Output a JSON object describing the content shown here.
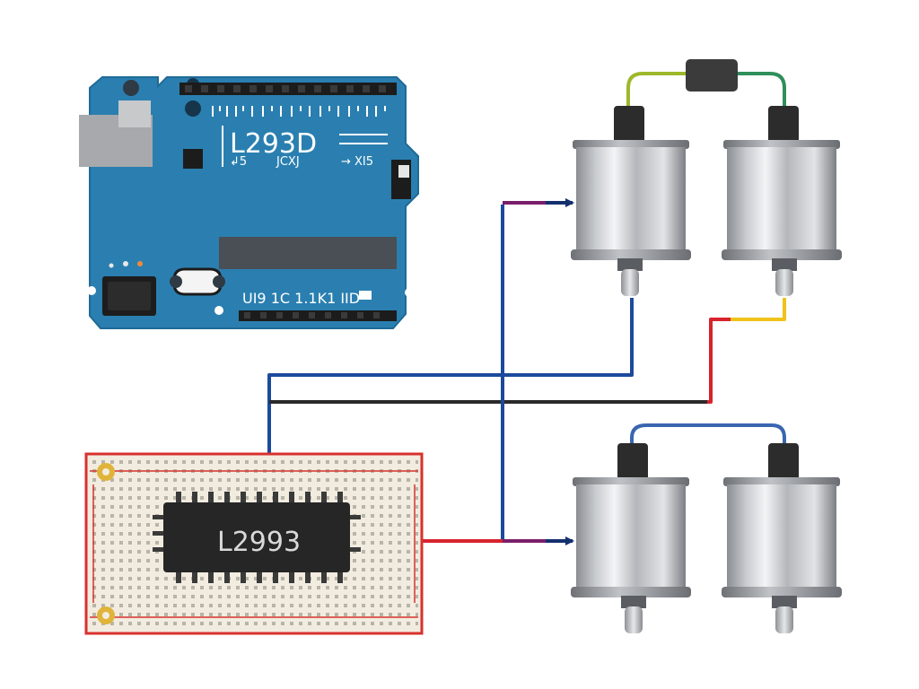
{
  "board": {
    "title": "L293D",
    "label_left": "↲5",
    "label_mid": "JCXJ",
    "label_right": "→ XI5",
    "bottom_label": "UI9 1C 1.1K1 IID",
    "colors": {
      "pcb": "#2a7fb0",
      "header": "#1c1c1c"
    }
  },
  "breadboard": {
    "chip_label": "L2993",
    "colors": {
      "body": "#f2ece0",
      "rail": "#d8312e",
      "chip": "#262626"
    }
  },
  "motors": [
    {
      "id": "motor-top-left"
    },
    {
      "id": "motor-top-right"
    },
    {
      "id": "motor-bottom-left"
    },
    {
      "id": "motor-bottom-right"
    }
  ],
  "wires": {
    "colors": {
      "blue": "#1c4a9c",
      "black": "#2a2a2a",
      "red": "#d8232e",
      "purple": "#7a1f6a",
      "yellow": "#f0c21a",
      "green": "#4f9a2a"
    }
  }
}
